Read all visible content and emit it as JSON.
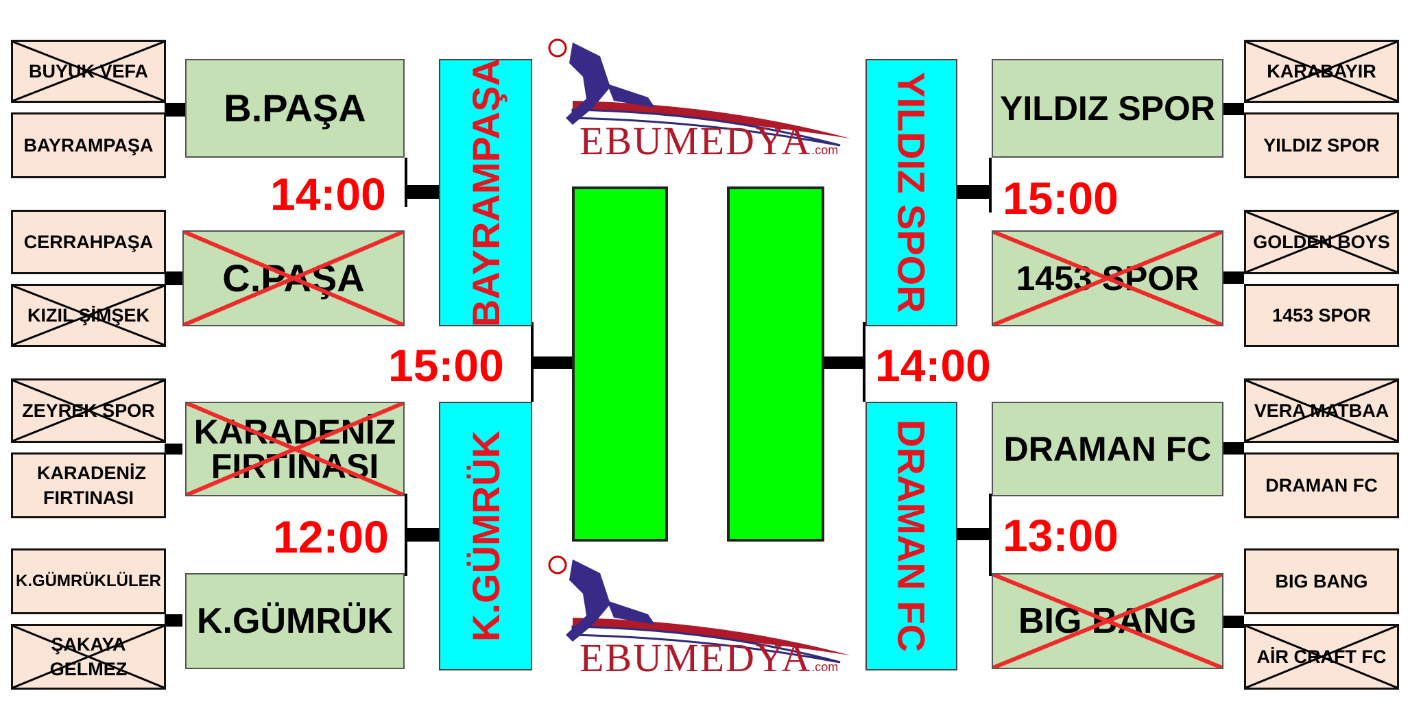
{
  "round1": {
    "left": [
      {
        "name": "BUYUK VEFA",
        "eliminated": true
      },
      {
        "name": "BAYRAMPAŞA",
        "eliminated": false
      },
      {
        "name": "CERRAHPAŞA",
        "eliminated": false
      },
      {
        "name": "KIZIL ŞİMŞEK",
        "eliminated": true
      },
      {
        "name": "ZEYREK SPOR",
        "eliminated": true
      },
      {
        "name": "KARADENİZ FIRTINASI",
        "eliminated": false
      },
      {
        "name": "K.GÜMRÜKLÜLER",
        "eliminated": false
      },
      {
        "name": "ŞAKAYA GELMEZ",
        "eliminated": true
      }
    ],
    "right": [
      {
        "name": "KARABAYIR",
        "eliminated": true
      },
      {
        "name": "YILDIZ SPOR",
        "eliminated": false
      },
      {
        "name": "GOLDEN BOYS",
        "eliminated": true
      },
      {
        "name": "1453 SPOR",
        "eliminated": false
      },
      {
        "name": "VERA MATBAA",
        "eliminated": true
      },
      {
        "name": "DRAMAN FC",
        "eliminated": false
      },
      {
        "name": "BIG BANG",
        "eliminated": false
      },
      {
        "name": "AİR CRAFT FC",
        "eliminated": true
      }
    ]
  },
  "round2": {
    "left": [
      {
        "name": "B.PAŞA",
        "eliminated": false
      },
      {
        "name": "C.PAŞA",
        "eliminated": true
      },
      {
        "name": "KARADENİZ FIRTINASI",
        "eliminated": true
      },
      {
        "name": "K.GÜMRÜK",
        "eliminated": false
      }
    ],
    "right": [
      {
        "name": "YILDIZ SPOR",
        "eliminated": false
      },
      {
        "name": "1453 SPOR",
        "eliminated": true
      },
      {
        "name": "DRAMAN FC",
        "eliminated": false
      },
      {
        "name": "BIG BANG",
        "eliminated": true
      }
    ]
  },
  "round3": {
    "left": [
      "BAYRAMPAŞA",
      "K.GÜMRÜK"
    ],
    "right": [
      "YILDIZ SPOR",
      "DRAMAN FC"
    ]
  },
  "times": {
    "left_r2_top": "14:00",
    "left_r2_bottom": "12:00",
    "left_semi": "15:00",
    "right_r2_top": "15:00",
    "right_r2_bottom": "13:00",
    "right_semi": "14:00"
  },
  "logo": {
    "text": "EBUMEDYA",
    "suffix": ".com"
  },
  "colors": {
    "time": "#ff0000",
    "round1_fill": "#fbe5d6",
    "round2_fill": "#c5e0b4",
    "round3_fill": "#00ffff",
    "round3_text": "#e5141e",
    "final_fill": "#00ff00",
    "eliminated_cross_red": "#ee2a2a",
    "eliminated_cross_black": "#000000"
  }
}
